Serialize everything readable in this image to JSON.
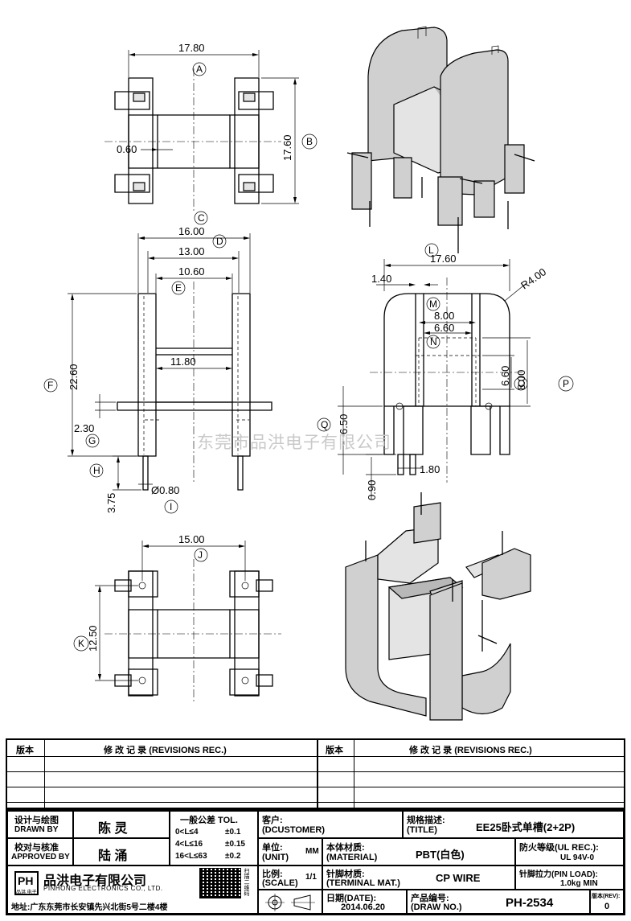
{
  "views": {
    "top": {
      "dims": [
        "17.80",
        "17.60",
        "0.60"
      ],
      "labels": [
        "A",
        "B"
      ]
    },
    "front": {
      "dims": [
        "16.00",
        "13.00",
        "10.60",
        "11.80",
        "22.60",
        "2.30",
        "3.75",
        "Ø0.80"
      ],
      "labels": [
        "C",
        "D",
        "E",
        "F",
        "G",
        "H",
        "I"
      ]
    },
    "side": {
      "dims": [
        "17.60",
        "1.40",
        "R4.00",
        "8.00",
        "6.60",
        "6.60",
        "8.00",
        "6.50",
        "1.80",
        "0.90"
      ],
      "labels": [
        "L",
        "M",
        "N",
        "O",
        "P",
        "Q"
      ]
    },
    "bottom": {
      "dims": [
        "15.00",
        "12.50"
      ],
      "labels": [
        "J",
        "K"
      ]
    }
  },
  "watermark": "东莞市品洪电子有限公司",
  "title_block": {
    "rev_header_left": "版本",
    "rev_records_left": "修 改 记 录 (REVISIONS REC.)",
    "rev_header_right": "版本",
    "rev_records_right": "修 改 记 录 (REVISIONS REC.)",
    "design_label": "设计与绘图",
    "drawn_by_label": "DRAWN BY",
    "drawn_by": "陈 灵",
    "check_label": "校对与核准",
    "approved_label": "APPROVED BY",
    "approved_by": "陆 涌",
    "tol_title": "一般公差 TOL.",
    "tol_rows": [
      {
        "range": "0<L≤4",
        "value": "±0.1"
      },
      {
        "range": "4<L≤16",
        "value": "±0.15"
      },
      {
        "range": "16<L≤63",
        "value": "±0.2"
      }
    ],
    "customer_label": "客户:",
    "customer_en": "(DCUSTOMER)",
    "title_label": "规格描述:",
    "title_en": "(TITLE)",
    "title_value": "EE25卧式单槽(2+2P)",
    "unit_label": "单位:",
    "unit_en": "(UNIT)",
    "unit_value": "MM",
    "material_label": "本体材质:",
    "material_en": "(MATERIAL)",
    "material_value": "PBT(白色)",
    "ul_label": "防火等级(UL REC.):",
    "ul_value": "UL 94V-0",
    "scale_label": "比例:",
    "scale_en": "(SCALE)",
    "scale_value": "1/1",
    "terminal_label": "针脚材质:",
    "terminal_en": "(TERMINAL MAT.)",
    "terminal_value": "CP WIRE",
    "pin_load_label": "针脚拉力(PIN LOAD):",
    "pin_load_value": "1.0kg MIN",
    "date_label": "日期(DATE):",
    "date_value": "2014.06.20",
    "draw_no_label": "产品编号:",
    "draw_no_en": "(DRAW NO.)",
    "draw_no_value": "PH-2534",
    "rev_label": "版本(REV):",
    "rev_value": "0",
    "company_logo_text": "PH",
    "company_logo_sub": "品洪 电子",
    "company_name": "品洪电子有限公司",
    "company_en": "PINHONG ELECTRONICS CO., LTD.",
    "qr_side_text": "扫描二维码",
    "address": "地址:广东东莞市长安镇先兴北街5号二楼4楼"
  }
}
